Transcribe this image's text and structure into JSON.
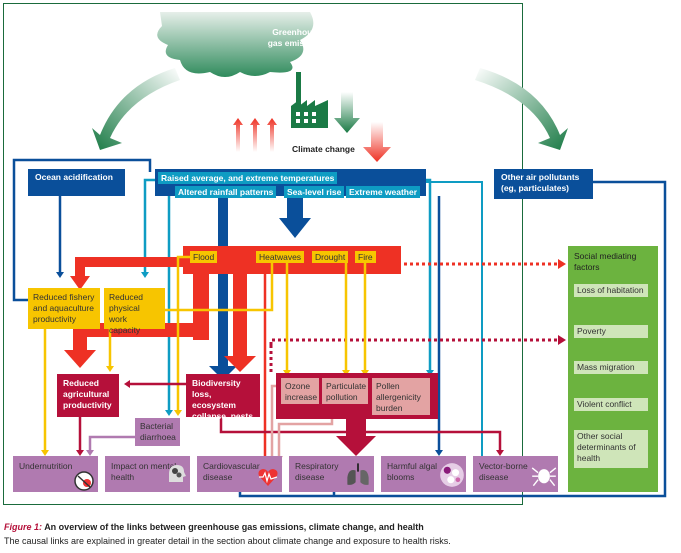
{
  "figure": {
    "caption_label": "Figure 1:",
    "caption_title": "An overview of the links between greenhouse gas emissions, climate change, and health",
    "caption_subtitle": "The causal links are explained in greater detail in the section about climate change and exposure to health risks."
  },
  "top": {
    "cloud_label_line1": "Greenhouse",
    "cloud_label_line2": "gas emissions",
    "climate_change": "Climate change"
  },
  "drivers": {
    "ocean_acidification": "Ocean acidification",
    "raised_temperatures": "Raised average, and extreme temperatures",
    "altered_rainfall": "Altered rainfall patterns",
    "sea_level_rise": "Sea-level rise",
    "extreme_weather": "Extreme weather",
    "other_air_pollutants_line1": "Other air pollutants",
    "other_air_pollutants_line2": "(eg, particulates)"
  },
  "hazards": {
    "flood": "Flood",
    "heatwaves": "Heatwaves",
    "drought": "Drought",
    "fire": "Fire"
  },
  "intermediate": {
    "reduced_fishery": "Reduced fishery and aquaculture productivity",
    "reduced_work": "Reduced physical work capacity",
    "reduced_agri": "Reduced agricultural productivity",
    "biodiversity": "Biodiversity loss, ecosystem collapse, pests",
    "ozone": "Ozone increase",
    "particulate": "Particulate pollution",
    "pollen": "Pollen allergenicity burden",
    "bacterial": "Bacterial diarrhoea"
  },
  "outcomes": [
    {
      "label": "Undernutrition",
      "icon": "no-food-icon"
    },
    {
      "label": "Impact on mental health",
      "icon": "head-gears-icon"
    },
    {
      "label": "Cardiovascular disease",
      "icon": "heart-pulse-icon"
    },
    {
      "label": "Respiratory disease",
      "icon": "lungs-icon"
    },
    {
      "label": "Harmful algal blooms",
      "icon": "algae-icon"
    },
    {
      "label": "Vector-borne disease",
      "icon": "tick-icon"
    }
  ],
  "social": {
    "title": "Social mediating factors",
    "items": [
      "Loss of habitation",
      "Poverty",
      "Mass migration",
      "Violent conflict",
      "Other social determinants of health"
    ]
  },
  "colors": {
    "dark_blue": "#0a4f9a",
    "light_blue": "#0e9cc3",
    "red": "#ee3124",
    "yellow": "#f7c500",
    "crimson": "#b5103a",
    "pink": "#e3a3a3",
    "mauve": "#b07ab0",
    "green": "#6cb33f",
    "dark_green": "#1a7a45"
  }
}
